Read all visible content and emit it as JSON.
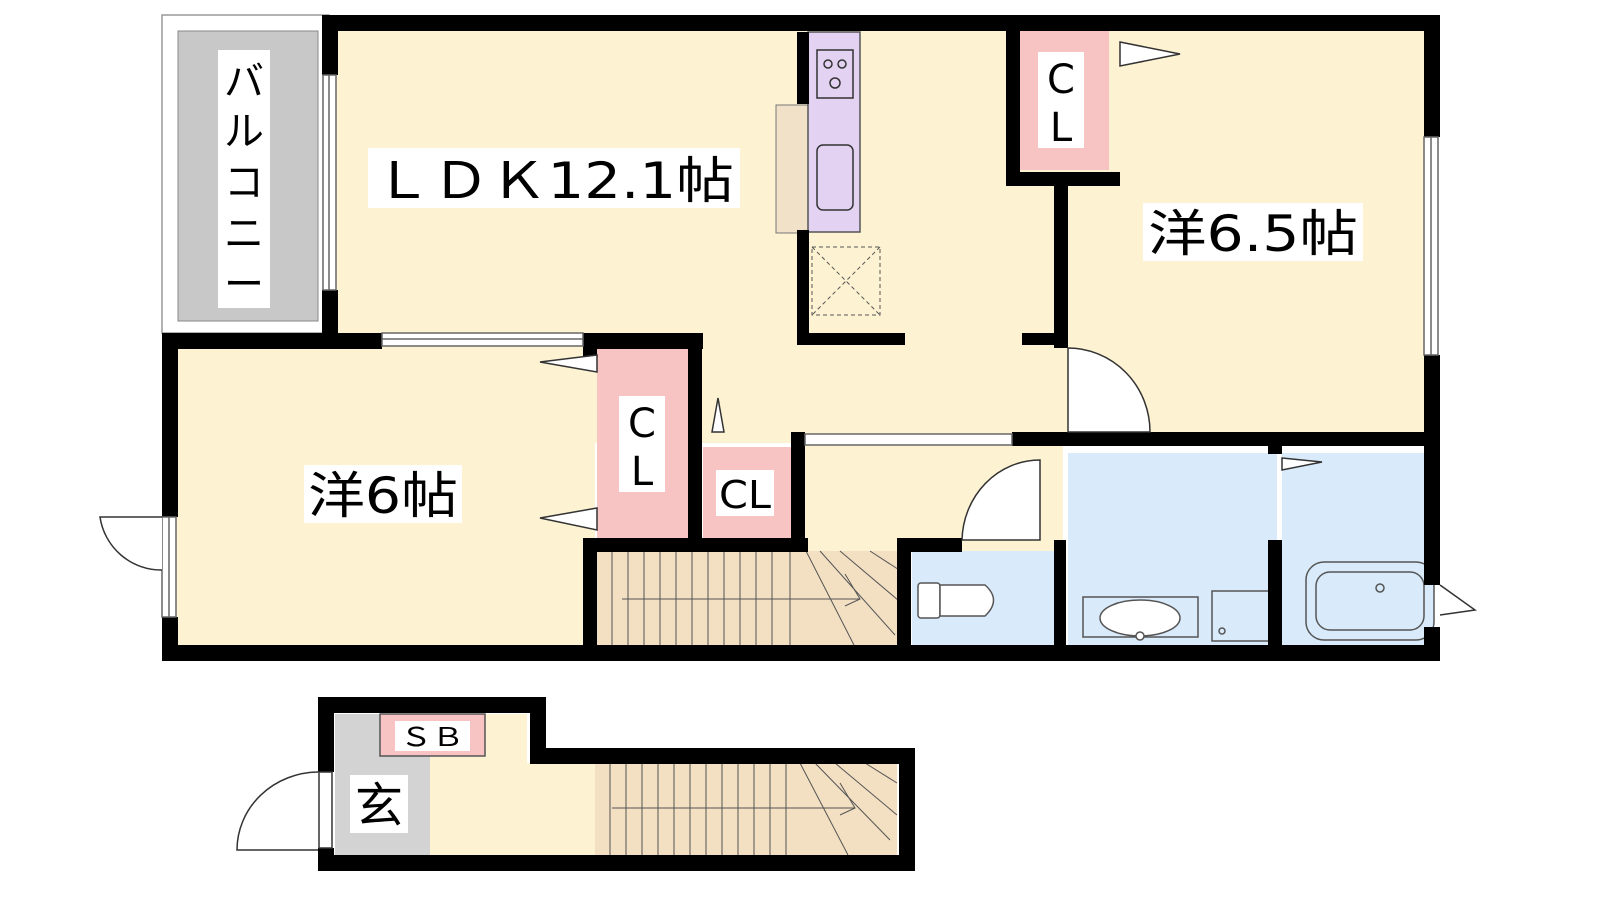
{
  "labels": {
    "balcony": [
      "バ",
      "ル",
      "コ",
      "ニ",
      "ー"
    ],
    "ldk": "ＬＤＫ12.1帖",
    "western1": "洋6.5帖",
    "western2": "洋6帖",
    "closet_cl_stacked": [
      "C",
      "L"
    ],
    "closet_cl": "CL",
    "shoe_box": "ＳＢ",
    "entrance": "玄"
  },
  "colors": {
    "room_floor": "#fdf3d2",
    "balcony": "#c8c8c8",
    "closet": "#f8c3c3",
    "kitchen_counter": "#e3d2f2",
    "stairs": "#f3e0c3",
    "wet_area": "#d9ebfa",
    "entrance_floor": "#d3d3d3",
    "wall": "#000000"
  }
}
